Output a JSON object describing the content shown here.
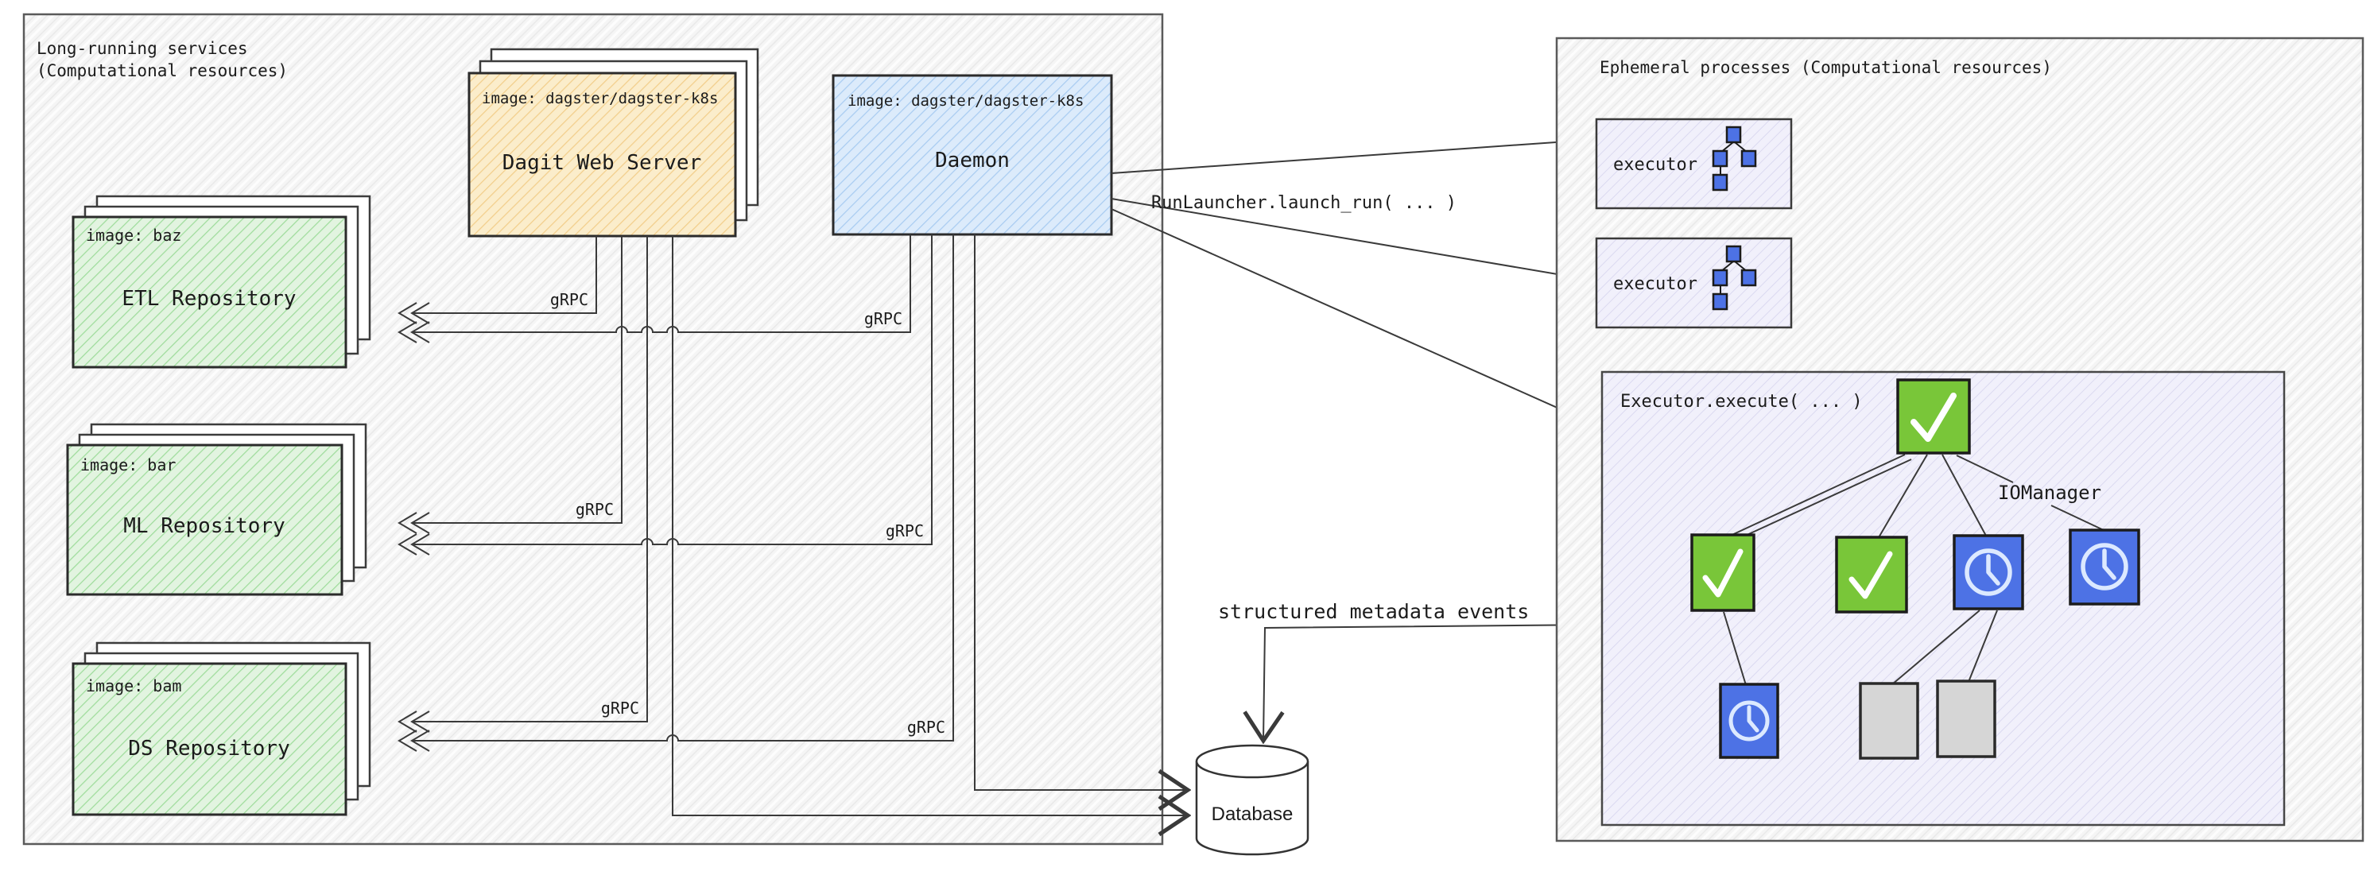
{
  "left_panel": {
    "title_line1": "Long-running services",
    "title_line2": "(Computational resources)",
    "dagit": {
      "image": "image: dagster/dagster-k8s",
      "name": "Dagit Web Server"
    },
    "daemon": {
      "image": "image: dagster/dagster-k8s",
      "name": "Daemon"
    },
    "repos": [
      {
        "image": "image: baz",
        "name": "ETL Repository"
      },
      {
        "image": "image: bar",
        "name": "ML Repository"
      },
      {
        "image": "image: bam",
        "name": "DS Repository"
      }
    ]
  },
  "right_panel": {
    "title": "Ephemeral processes (Computational resources)",
    "executor_label": "executor",
    "execute_box": {
      "title": "Executor.execute( ... )",
      "iomanager": "IOManager",
      "nodes": [
        {
          "id": "root",
          "status": "success"
        },
        {
          "id": "child-1",
          "status": "success"
        },
        {
          "id": "child-2",
          "status": "success"
        },
        {
          "id": "child-3",
          "status": "pending"
        },
        {
          "id": "iomanager-node",
          "status": "pending"
        },
        {
          "id": "grandchild-1",
          "status": "pending"
        },
        {
          "id": "grandchild-2",
          "status": "skipped"
        },
        {
          "id": "grandchild-3",
          "status": "skipped"
        }
      ]
    }
  },
  "edges": {
    "grpc": "gRPC",
    "run_launcher": "RunLauncher.launch_run( ... )",
    "metadata_events": "structured metadata events"
  },
  "database": {
    "label": "Database"
  },
  "colors": {
    "success_green": "#79c639",
    "pending_blue": "#4d72e5",
    "skipped_gray": "#d6d6d6",
    "dagit_fill": "#fbedcb",
    "daemon_fill": "#dcebfb",
    "repo_fill": "#e2f4e0",
    "executor_fill": "#f1f0fb"
  }
}
